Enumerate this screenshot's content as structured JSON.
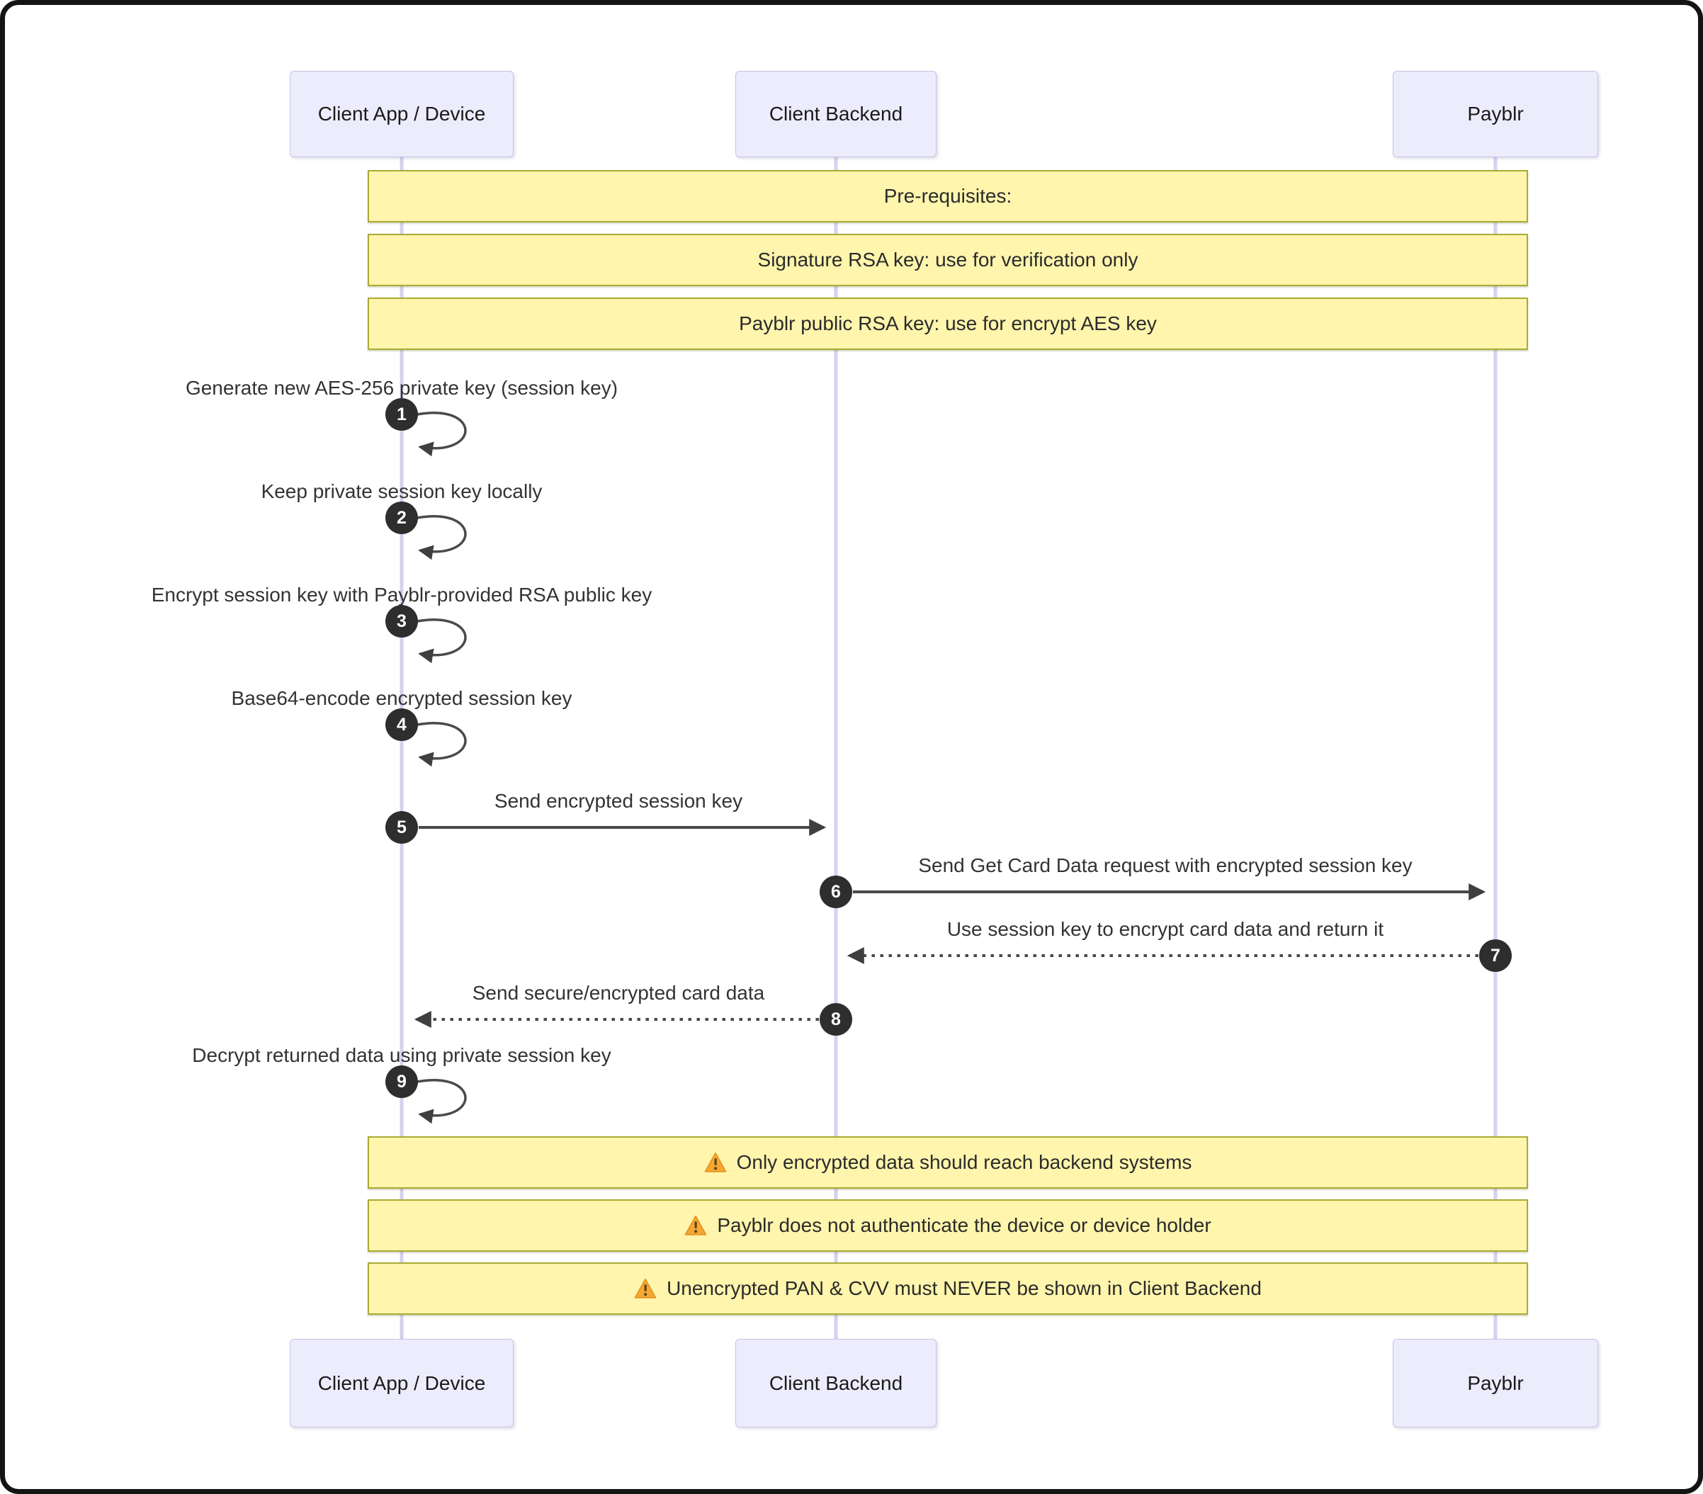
{
  "actors": [
    {
      "name": "Client App / Device"
    },
    {
      "name": "Client Backend"
    },
    {
      "name": "Payblr"
    }
  ],
  "top_notes": [
    {
      "text": "Pre-requisites:"
    },
    {
      "text": "Signature RSA key: use for verification only"
    },
    {
      "text": "Payblr public RSA key: use for encrypt AES key"
    }
  ],
  "messages": [
    {
      "num": "1",
      "text": "Generate new AES-256 private key (session key)",
      "from": "Client App / Device",
      "to": "Client App / Device",
      "kind": "self-loop"
    },
    {
      "num": "2",
      "text": "Keep private session key locally",
      "from": "Client App / Device",
      "to": "Client App / Device",
      "kind": "self-loop"
    },
    {
      "num": "3",
      "text": "Encrypt session key with Payblr-provided RSA public key",
      "from": "Client App / Device",
      "to": "Client App / Device",
      "kind": "self-loop"
    },
    {
      "num": "4",
      "text": "Base64-encode encrypted session key",
      "from": "Client App / Device",
      "to": "Client App / Device",
      "kind": "self-loop"
    },
    {
      "num": "5",
      "text": "Send encrypted session key",
      "from": "Client App / Device",
      "to": "Client Backend",
      "kind": "solid-arrow"
    },
    {
      "num": "6",
      "text": "Send Get Card Data request with encrypted session key",
      "from": "Client Backend",
      "to": "Payblr",
      "kind": "solid-arrow"
    },
    {
      "num": "7",
      "text": "Use session key to encrypt card data and return it",
      "from": "Payblr",
      "to": "Client Backend",
      "kind": "dashed-arrow"
    },
    {
      "num": "8",
      "text": "Send secure/encrypted card data",
      "from": "Client Backend",
      "to": "Client App / Device",
      "kind": "dashed-arrow"
    },
    {
      "num": "9",
      "text": "Decrypt returned data using private session key",
      "from": "Client App / Device",
      "to": "Client App / Device",
      "kind": "self-loop"
    }
  ],
  "warning_notes": [
    {
      "text": "Only encrypted data should reach backend systems"
    },
    {
      "text": "Payblr does not authenticate the device or device holder"
    },
    {
      "text": "Unencrypted PAN & CVV must NEVER be shown in Client Backend"
    }
  ],
  "colors": {
    "note_fill": "#fff5ad",
    "note_border": "#aaaa33",
    "actor_fill": "#ececfc",
    "actor_border": "#c7c5e6",
    "lifeline": "#d6d1ee",
    "arrow": "#4a4a4a",
    "badge_fill": "#2e2e2e",
    "badge_text": "#ffffff",
    "warning_icon": "#f6a835",
    "text": "#333333",
    "frame_border": "#141414"
  }
}
